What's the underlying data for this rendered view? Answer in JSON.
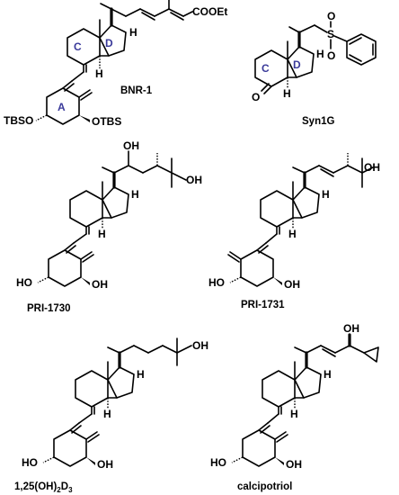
{
  "compounds": [
    {
      "id": "bnr1",
      "name": "BNR-1",
      "rings": [
        "C",
        "D",
        "A"
      ],
      "atoms": {
        "ester": "COOEt",
        "h": "H",
        "h2": "H",
        "o1": "TBSO",
        "o2": "OTBS"
      }
    },
    {
      "id": "syn1g",
      "name": "Syn1G",
      "rings": [
        "C",
        "D"
      ],
      "atoms": {
        "s": "S",
        "o1": "O",
        "o2": "O",
        "o3": "O",
        "h": "H",
        "h2": "H"
      }
    },
    {
      "id": "pri1730",
      "name": "PRI-1730",
      "atoms": {
        "oh1": "OH",
        "oh2": "OH",
        "h": "H",
        "h2": "H",
        "oh3": "HO",
        "oh4": "OH"
      }
    },
    {
      "id": "pri1731",
      "name": "PRI-1731",
      "atoms": {
        "oh1": "OH",
        "h": "H",
        "h2": "H",
        "oh3": "HO",
        "oh4": "OH"
      }
    },
    {
      "id": "calcitriol",
      "name_main": "1,25(OH)",
      "name_sub1": "2",
      "name_mid": "D",
      "name_sub2": "3",
      "atoms": {
        "oh1": "OH",
        "h": "H",
        "h2": "H",
        "oh3": "HO",
        "oh4": "OH"
      }
    },
    {
      "id": "calcipotriol",
      "name": "calcipotriol",
      "atoms": {
        "oh1": "OH",
        "h": "H",
        "h2": "H",
        "oh3": "HO",
        "oh4": "OH"
      }
    }
  ]
}
